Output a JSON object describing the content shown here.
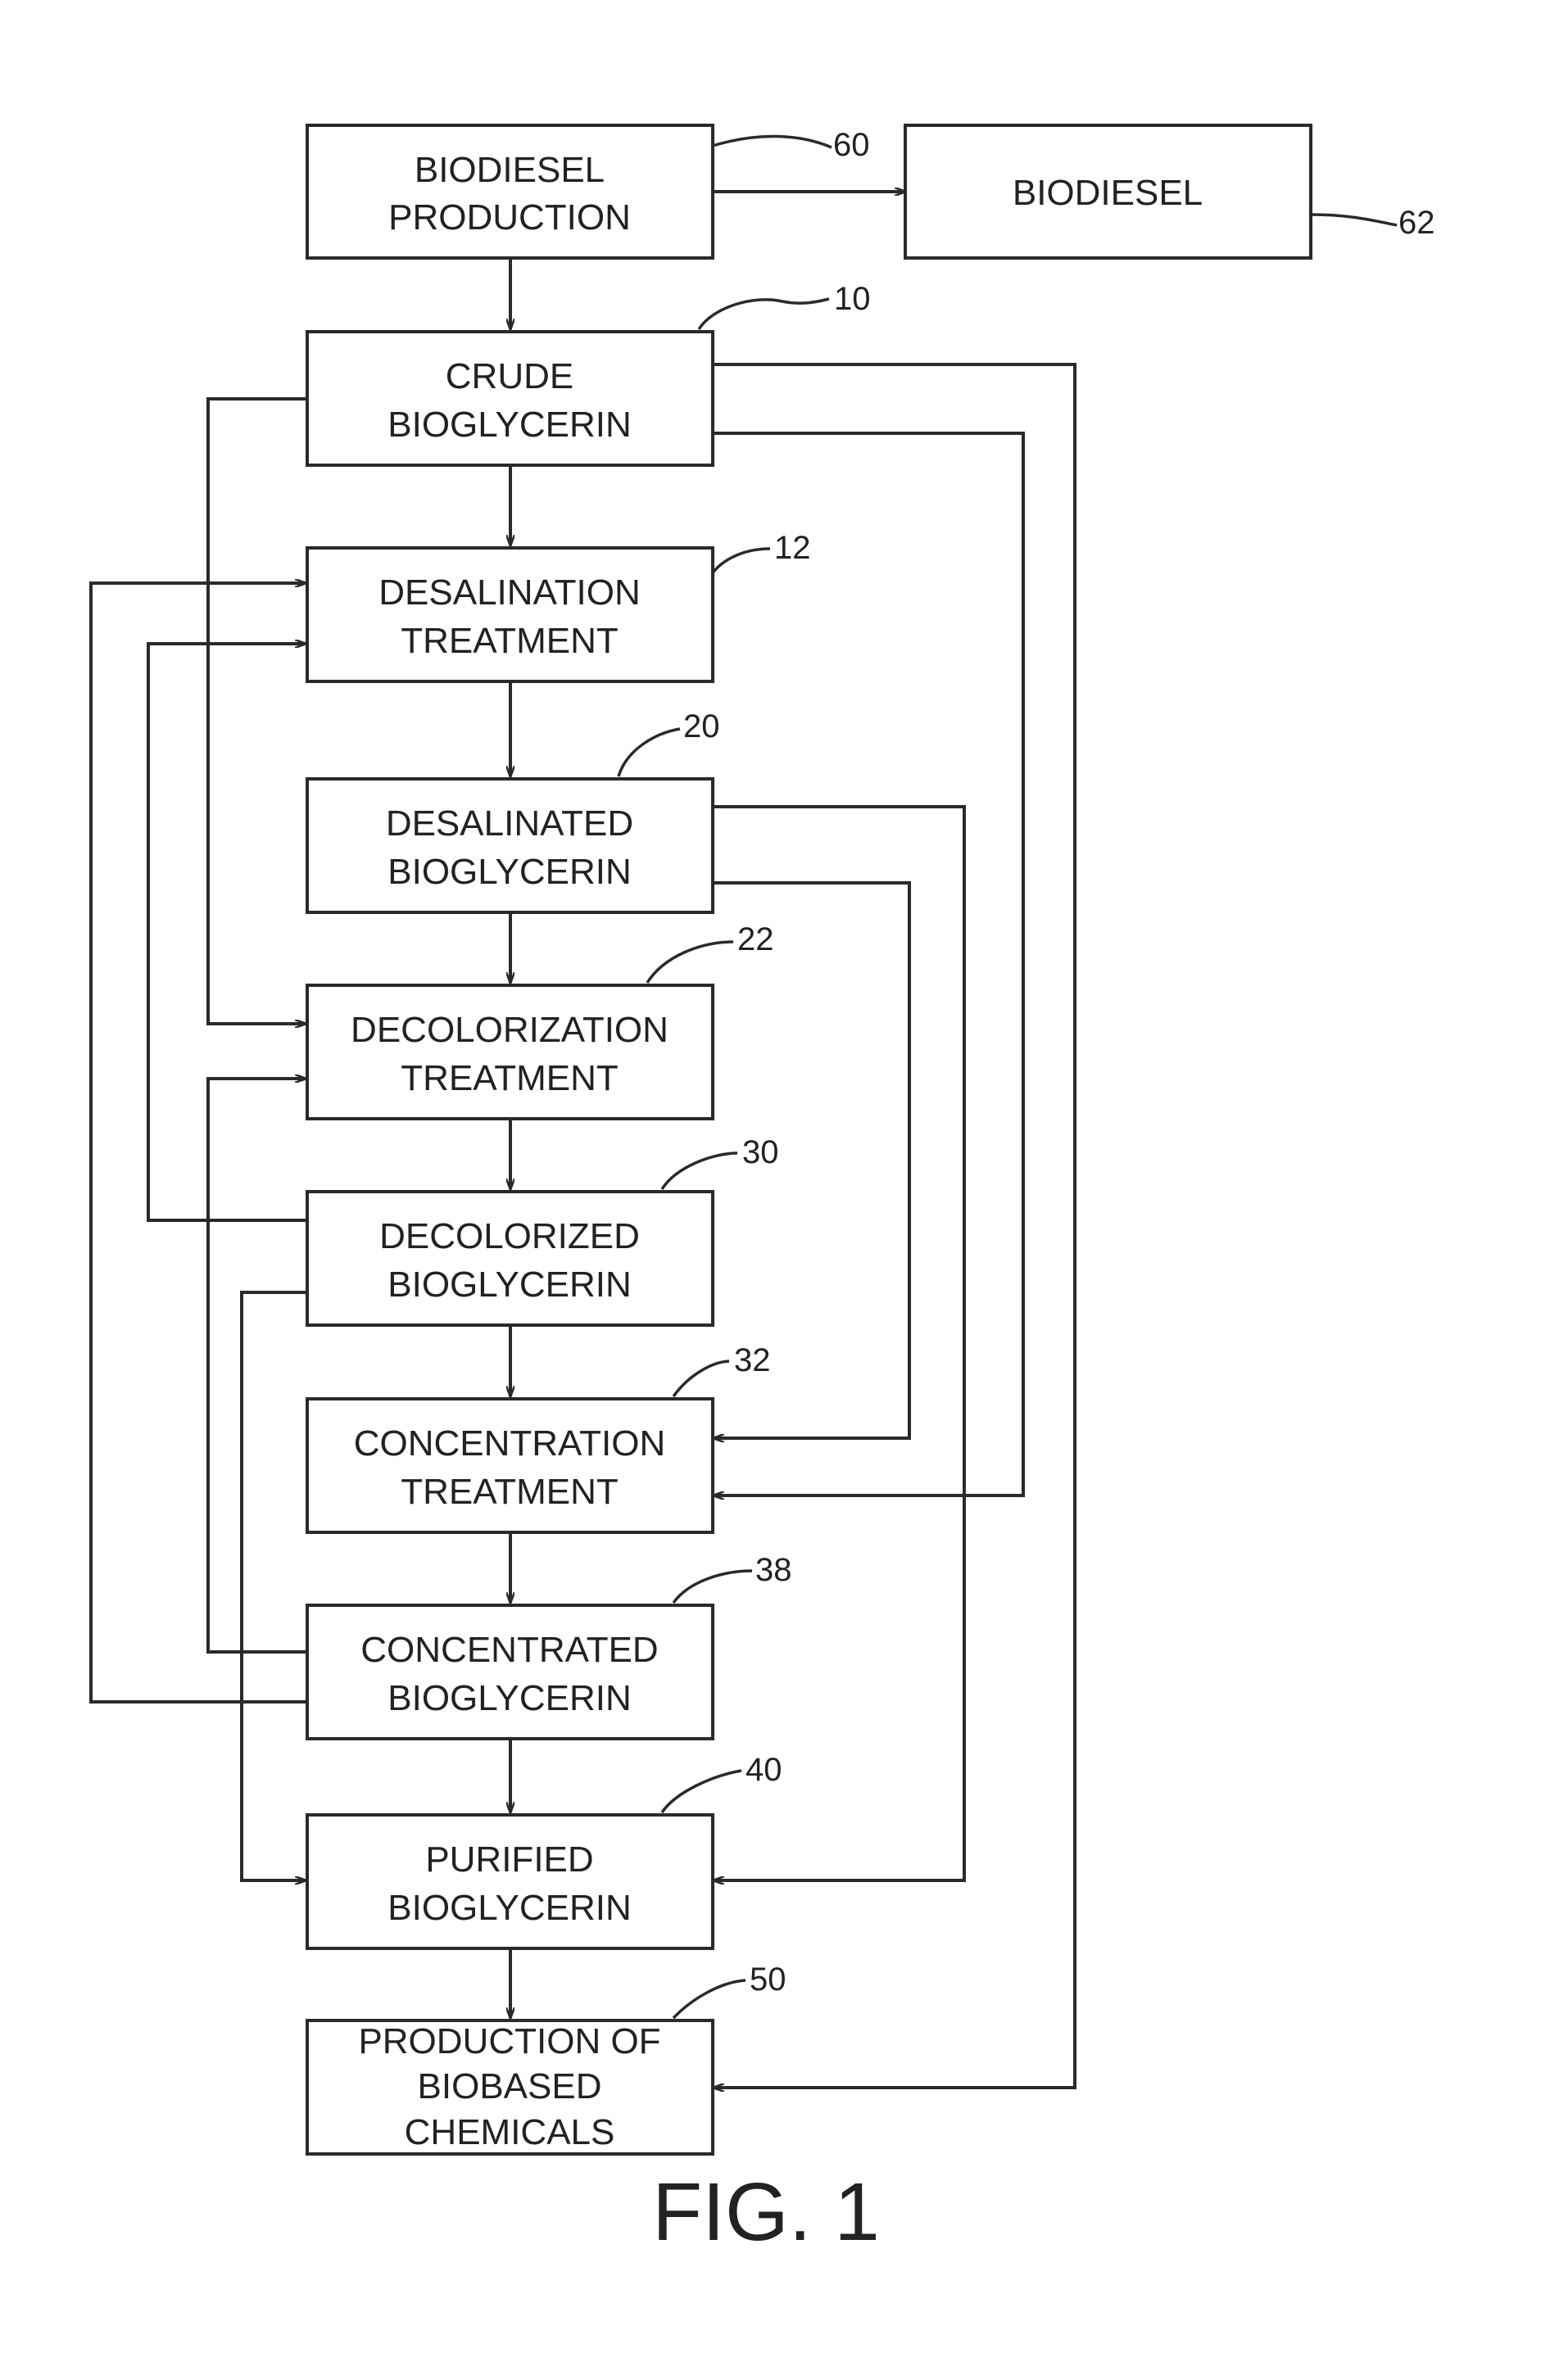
{
  "boxes": {
    "biodiesel_production": [
      "BIODIESEL",
      "PRODUCTION"
    ],
    "biodiesel": [
      "BIODIESEL"
    ],
    "crude_bioglycerin": [
      "CRUDE",
      "BIOGLYCERIN"
    ],
    "desalination_treatment": [
      "DESALINATION",
      "TREATMENT"
    ],
    "desalinated_bioglycerin": [
      "DESALINATED",
      "BIOGLYCERIN"
    ],
    "decolorization_treatment": [
      "DECOLORIZATION",
      "TREATMENT"
    ],
    "decolorized_bioglycerin": [
      "DECOLORIZED",
      "BIOGLYCERIN"
    ],
    "concentration_treatment": [
      "CONCENTRATION",
      "TREATMENT"
    ],
    "concentrated_bioglycerin": [
      "CONCENTRATED",
      "BIOGLYCERIN"
    ],
    "purified_bioglycerin": [
      "PURIFIED",
      "BIOGLYCERIN"
    ],
    "production_of_biobased_chemicals": [
      "PRODUCTION OF",
      "BIOBASED",
      "CHEMICALS"
    ]
  },
  "refs": {
    "biodiesel_production": "60",
    "biodiesel": "62",
    "crude_bioglycerin": "10",
    "desalination_treatment": "12",
    "desalinated_bioglycerin": "20",
    "decolorization_treatment": "22",
    "decolorized_bioglycerin": "30",
    "concentration_treatment": "32",
    "concentrated_bioglycerin": "38",
    "purified_bioglycerin": "40",
    "production_of_biobased_chemicals": "50"
  },
  "figure_label": "FIG. 1"
}
